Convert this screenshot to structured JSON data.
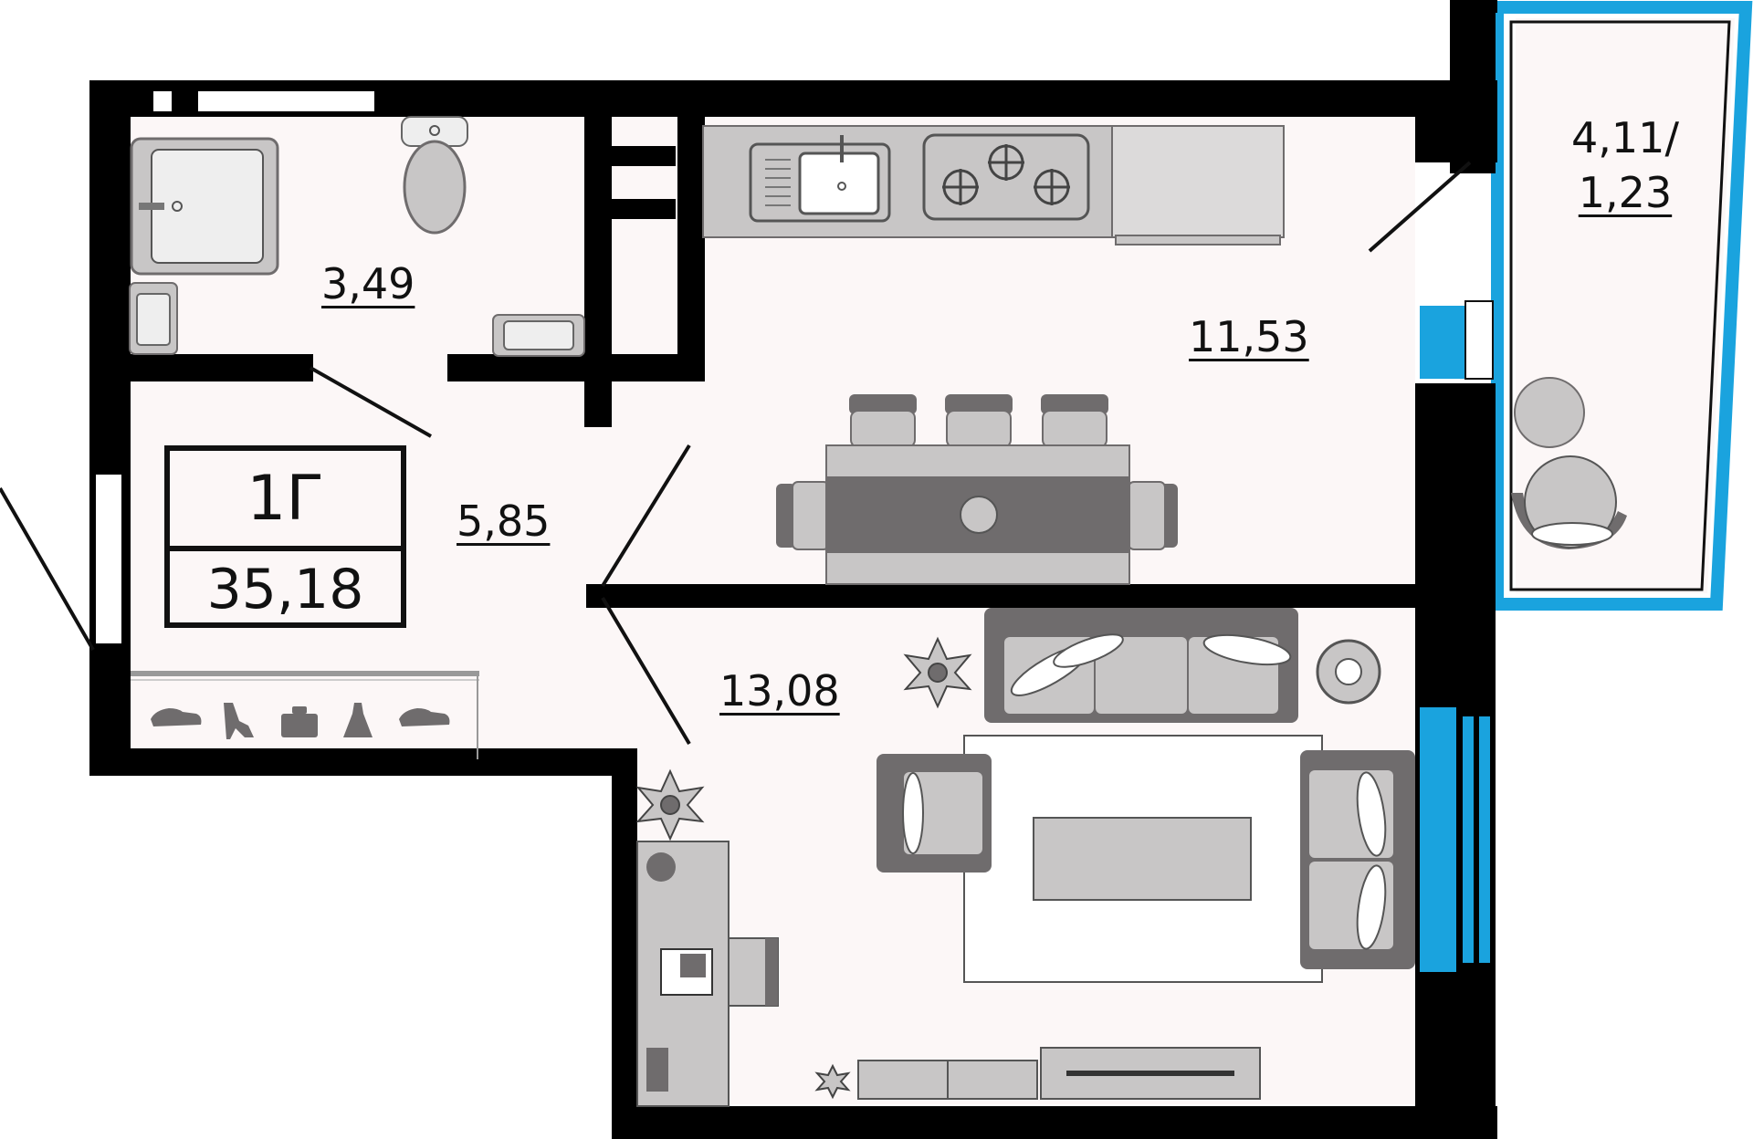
{
  "apartment": {
    "type": "1Г",
    "total_area": "35,18"
  },
  "rooms": {
    "bathroom": {
      "area": "3,49"
    },
    "hallway": {
      "area": "5,85"
    },
    "kitchen": {
      "area": "11,53"
    },
    "living_room": {
      "area": "13,08"
    },
    "balcony": {
      "area": "4,11/",
      "reduced_area": "1,23"
    }
  },
  "colors": {
    "wall": "#000000",
    "floor": "#fcf7f7",
    "furniture_light": "#c8c6c6",
    "furniture_dark": "#6f6c6d",
    "window": "#1aa3de"
  }
}
